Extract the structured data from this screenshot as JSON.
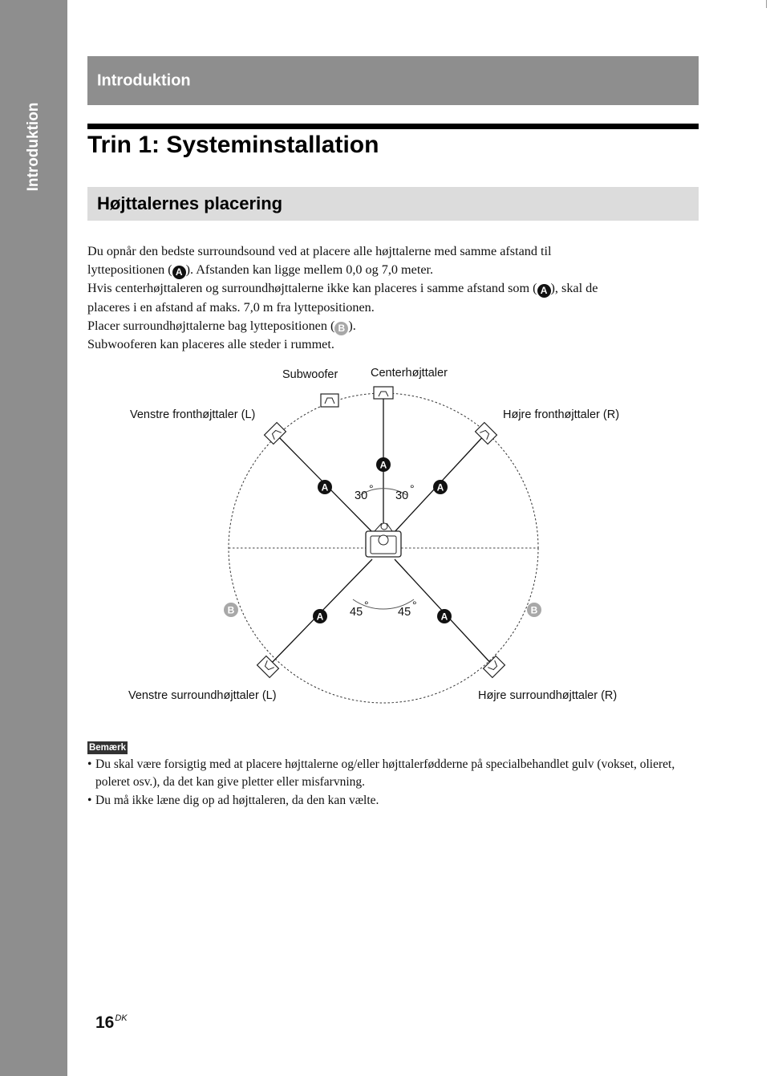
{
  "sidebar": {
    "label": "Introduktion"
  },
  "header": {
    "section": "Introduktion"
  },
  "page_title": "Trin 1: Systeminstallation",
  "subsection_title": "Højttalernes placering",
  "body": {
    "l1": "Du opnår den bedste surroundsound ved at placere alle højttalerne med samme afstand til",
    "l2_a": "lyttepositionen (",
    "l2_b": "). Afstanden kan ligge mellem 0,0 og 7,0 meter.",
    "l3_a": "Hvis centerhøjttaleren og surroundhøjttalerne ikke kan placeres i samme afstand som (",
    "l3_b": "), skal de",
    "l4": "placeres i en afstand af maks. 7,0 m fra lyttepositionen.",
    "l5_a": "Placer surroundhøjttalerne bag lyttepositionen (",
    "l5_b": ").",
    "l6": "Subwooferen kan placeres alle steder i rummet."
  },
  "badges": {
    "a": "A",
    "b": "B"
  },
  "diagram": {
    "subwoofer": "Subwoofer",
    "center": "Centerhøjttaler",
    "front_left": "Venstre fronthøjttaler (L)",
    "front_right": "Højre fronthøjttaler (R)",
    "surround_left": "Venstre surroundhøjttaler (L)",
    "surround_right": "Højre surroundhøjttaler (R)",
    "angle_front": "30",
    "angle_rear": "45",
    "degree": "°"
  },
  "note": {
    "label": "Bemærk",
    "bullet": "•",
    "items": [
      "Du skal være forsigtig med at placere højttalerne og/eller højttalerfødderne på specialbehandlet gulv (vokset, olieret, poleret osv.), da det kan give pletter eller misfarvning.",
      "Du må ikke læne dig op ad højttaleren, da den kan vælte."
    ]
  },
  "page_number": {
    "number": "16",
    "suffix": "DK"
  }
}
